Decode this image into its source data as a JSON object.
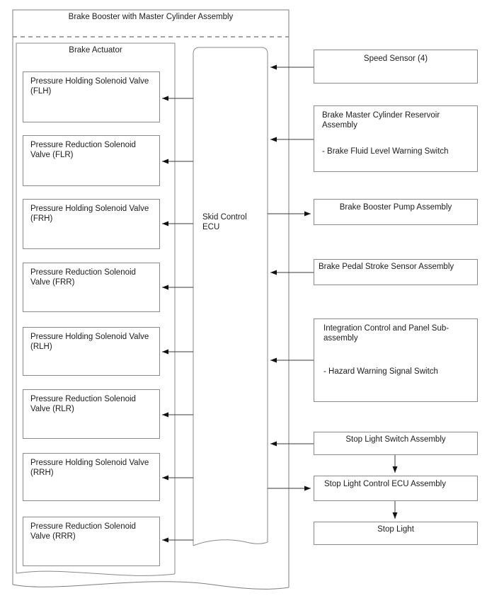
{
  "diagram": {
    "outer_container": {
      "title": "Brake Booster with Master Cylinder Assembly"
    },
    "actuator": {
      "title": "Brake Actuator",
      "valves": [
        "Pressure Holding Solenoid Valve (FLH)",
        "Pressure Reduction Solenoid Valve (FLR)",
        "Pressure Holding Solenoid Valve (FRH)",
        "Pressure Reduction Solenoid Valve (FRR)",
        "Pressure Holding Solenoid Valve (RLH)",
        "Pressure Reduction Solenoid Valve (RLR)",
        "Pressure Holding Solenoid Valve (RRH)",
        "Pressure Reduction Solenoid Valve (RRR)"
      ]
    },
    "ecu": {
      "label": "Skid Control ECU"
    },
    "right_boxes": [
      {
        "title": "Speed Sensor (4)"
      },
      {
        "title": "Brake Master Cylinder Reservoir Assembly",
        "subitem": "- Brake Fluid Level Warning Switch"
      },
      {
        "title": "Brake Booster Pump Assembly"
      },
      {
        "title": "Brake Pedal Stroke Sensor Assembly"
      },
      {
        "title": "Integration Control and Panel Sub-assembly",
        "subitem": "- Hazard Warning Signal Switch"
      },
      {
        "title": "Stop Light Switch Assembly"
      },
      {
        "title": "Stop Light Control ECU Assembly"
      },
      {
        "title": "Stop Light"
      }
    ]
  },
  "colors": {
    "background": "#ffffff",
    "box_border": "#8a8a8a",
    "container_border": "#7d7d7d",
    "arrow_line": "#3a3a3a",
    "arrow_head": "#111111",
    "text": "#1c1c1c",
    "dashed_line": "#858585"
  }
}
